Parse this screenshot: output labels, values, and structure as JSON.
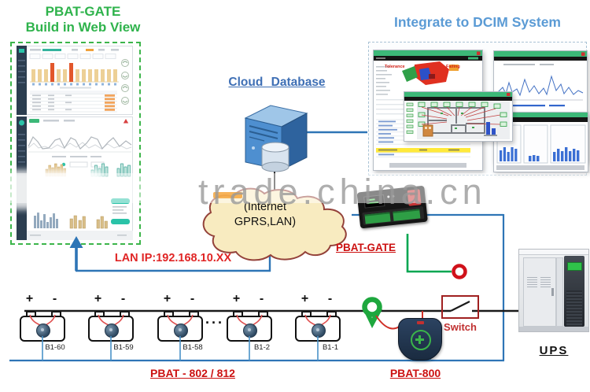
{
  "header": {
    "webview_title_line1": "PBAT-GATE",
    "webview_title_line2": "Build in Web View",
    "dcim_title": "Integrate to DCIM System"
  },
  "cloud_database_label": "Cloud Database",
  "cloud": {
    "line1": "(Internet",
    "line2": "GPRS,LAN)"
  },
  "watermark": {
    "text": "trade.china.cn"
  },
  "network": {
    "lan_ip_label": "LAN IP:192.168.10.XX"
  },
  "devices": {
    "gateway_label": "PBAT-GATE",
    "monitor_label": "PBAT - 802 / 812",
    "collector_label": "PBAT-800",
    "switch_label": "Switch",
    "ups_label": "UPS"
  },
  "battery_string": {
    "plus": "+",
    "minus": "-",
    "ellipsis": "···",
    "batteries": [
      {
        "label": "B1-60"
      },
      {
        "label": "B1-59"
      },
      {
        "label": "B1-58"
      },
      {
        "label": "B1-2"
      },
      {
        "label": "B1-1"
      }
    ]
  },
  "dcim": {
    "map_labels": [
      "Tolerance",
      "Failing"
    ]
  },
  "colors": {
    "title_green": "#2FB34C",
    "title_blue": "#5B9BD5",
    "cloud_db_blue": "#3E6FB5",
    "label_red": "#CC1111",
    "line_blue": "#2E75B6",
    "bus_green": "#00A651",
    "cloud_fill": "#F8EBC0",
    "cloud_stroke": "#94423A"
  }
}
